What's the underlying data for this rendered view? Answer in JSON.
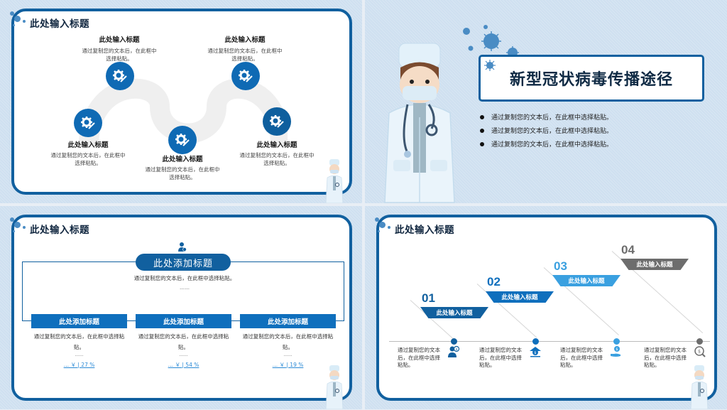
{
  "colors": {
    "primary": "#0f6ab4",
    "dark_blue": "#11609f",
    "light_blue": "#3aa0e0",
    "gray": "#6d6d6d",
    "background": "#cfe0f0",
    "link": "#2b8ad6"
  },
  "slide1": {
    "title": "此处输入标题",
    "nodes": [
      {
        "title": "此处输入标题",
        "desc": "通过复制您的文本后，在此框中选择粘贴。",
        "icon": "gear-wrench-icon"
      },
      {
        "title": "此处输入标题",
        "desc": "通过复制您的文本后，在此框中选择粘贴。",
        "icon": "gear-wrench-icon"
      },
      {
        "title": "此处输入标题",
        "desc": "通过复制您的文本后，在此框中选择粘贴。",
        "icon": "gear-wrench-icon"
      },
      {
        "title": "此处输入标题",
        "desc": "通过复制您的文本后，在此框中选择粘贴。",
        "icon": "gear-wrench-icon"
      },
      {
        "title": "此处输入标题",
        "desc": "通过复制您的文本后，在此框中选择粘贴。",
        "icon": "gear-wrench-icon"
      }
    ]
  },
  "slide2": {
    "title": "新型冠状病毒传播途径",
    "bullets": [
      "通过复制您的文本后，在此框中选择粘贴。",
      "通过复制您的文本后，在此框中选择粘贴。",
      "通过复制您的文本后，在此框中选择粘贴。"
    ]
  },
  "slide3": {
    "title": "此处输入标题",
    "pill_label": "此处添加标题",
    "center_desc": "通过复制您的文本后，在此框中选择粘贴。",
    "center_dots": "……",
    "columns": [
      {
        "head": "此处添加标题",
        "desc": "通过复制您的文本后，在此框中选择粘贴。",
        "dots": "……",
        "link": "… ￥ | 27 %"
      },
      {
        "head": "此处添加标题",
        "desc": "通过复制您的文本后，在此框中选择粘贴。",
        "dots": "……",
        "link": "… ￥ | 54 %"
      },
      {
        "head": "此处添加标题",
        "desc": "通过复制您的文本后，在此框中选择粘贴。",
        "dots": "……",
        "link": "… ￥ | 19 %"
      }
    ]
  },
  "slide4": {
    "title": "此处输入标题",
    "steps": [
      {
        "num": "01",
        "label": "此处输入标题",
        "desc": "通过复制您的文本后，在此框中选择粘贴。",
        "icon": "person-money-icon",
        "color": "#11609f"
      },
      {
        "num": "02",
        "label": "此处输入标题",
        "desc": "通过复制您的文本后，在此框中选择粘贴。",
        "icon": "bank-money-icon",
        "color": "#0f6fbd"
      },
      {
        "num": "03",
        "label": "此处输入标题",
        "desc": "通过复制您的文本后，在此框中选择粘贴。",
        "icon": "hand-money-icon",
        "color": "#3aa0e0"
      },
      {
        "num": "04",
        "label": "此处输入标题",
        "desc": "通过复制您的文本后，在此框中选择粘贴。",
        "icon": "money-search-icon",
        "color": "#6d6d6d"
      }
    ]
  }
}
